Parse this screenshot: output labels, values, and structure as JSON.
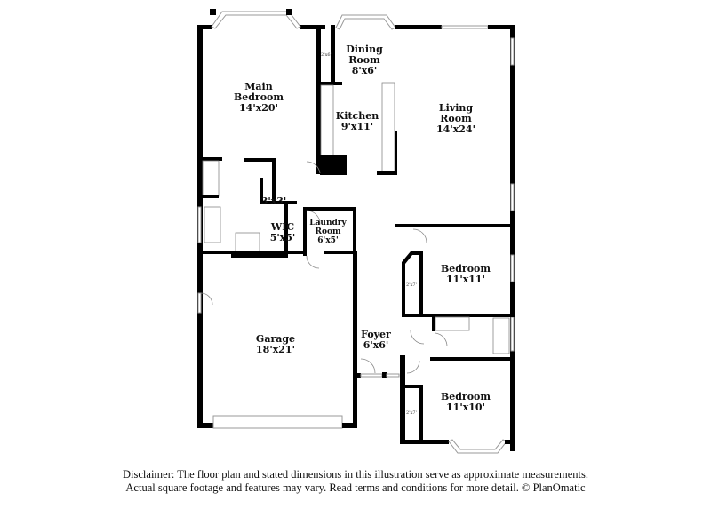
{
  "rooms": {
    "main_bedroom": {
      "name_1": "Main",
      "name_2": "Bedroom",
      "size": "14'x20'"
    },
    "dining_room": {
      "name_1": "Dining",
      "name_2": "Room",
      "size": "8'x6'"
    },
    "kitchen": {
      "name": "Kitchen",
      "size": "9'x11'"
    },
    "living_room": {
      "name_1": "Living",
      "name_2": "Room",
      "size": "14'x24'"
    },
    "closet_3x3": {
      "size": "3'x3'"
    },
    "wic": {
      "name": "WIC",
      "size": "5'x5'"
    },
    "laundry_room": {
      "name_1": "Laundry",
      "name_2": "Room",
      "size": "6'x5'"
    },
    "garage": {
      "name": "Garage",
      "size": "18'x21'"
    },
    "foyer": {
      "name": "Foyer",
      "size": "6'x6'"
    },
    "bedroom_1": {
      "name": "Bedroom",
      "size": "11'x11'"
    },
    "bedroom_2": {
      "name": "Bedroom",
      "size": "11'x10'"
    },
    "pantry": {
      "size": "2'x6'"
    },
    "closet_bedroom_1": {
      "size": "2'x7'"
    },
    "closet_bedroom_2": {
      "size": "2'x7'"
    }
  },
  "disclaimer": {
    "line_1": "Disclaimer: The floor plan and stated dimensions in this illustration serve as approximate measurements.",
    "line_2": "Actual square footage and features may vary. Read terms and conditions for more detail. © PlanOmatic"
  }
}
